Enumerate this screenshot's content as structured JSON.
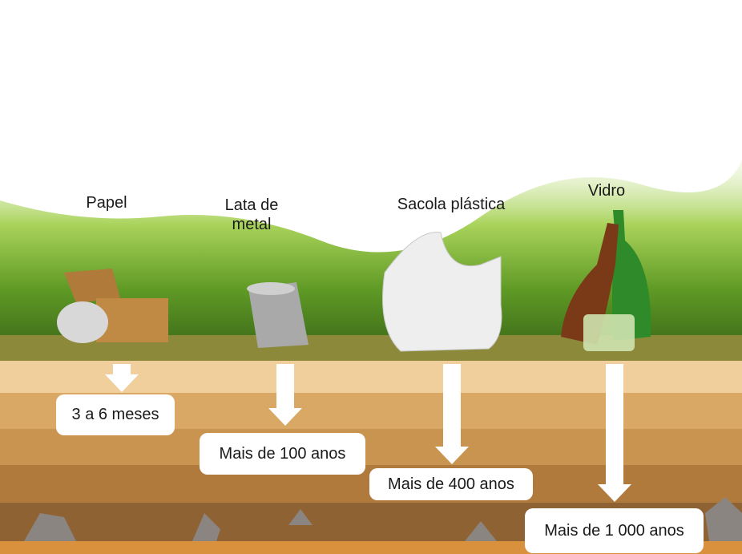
{
  "items": [
    {
      "name": "Papel",
      "time": "3 a 6 meses"
    },
    {
      "name": "Lata de metal",
      "name_lines": [
        "Lata de",
        "metal"
      ],
      "time": "Mais de 100 anos"
    },
    {
      "name": "Sacola plástica",
      "time": "Mais de 400 anos"
    },
    {
      "name": "Vidro",
      "time": "Mais de 1 000 anos"
    }
  ],
  "colors": {
    "grass": "#6aa52a",
    "ground": "#8c8a3a",
    "soil_layers": [
      "#f0cf9c",
      "#d9a865",
      "#c99350",
      "#b07a3d",
      "#8f6233",
      "#d9913e"
    ]
  }
}
